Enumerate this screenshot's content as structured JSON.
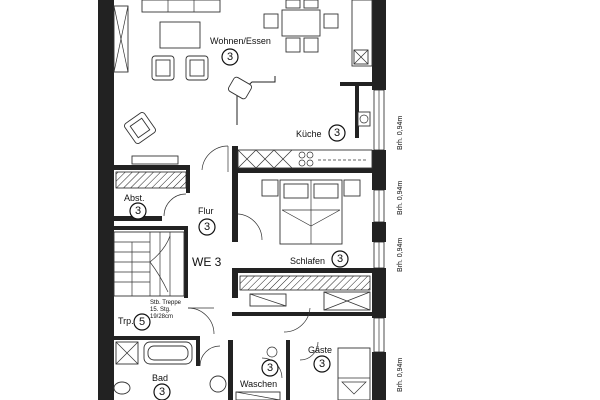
{
  "apartment": {
    "label": "WE 3"
  },
  "rooms": [
    {
      "id": "wohnen",
      "name": "Wohnen/Essen",
      "number": "3"
    },
    {
      "id": "kueche",
      "name": "Küche",
      "number": "3"
    },
    {
      "id": "abst",
      "name": "Abst.",
      "number": "3"
    },
    {
      "id": "flur",
      "name": "Flur",
      "number": "3"
    },
    {
      "id": "schlafen",
      "name": "Schlafen",
      "number": "3"
    },
    {
      "id": "trp",
      "name": "Trp.",
      "number": "5"
    },
    {
      "id": "bad",
      "name": "Bad",
      "number": "3"
    },
    {
      "id": "waschen",
      "name": "Waschen",
      "number": "3"
    },
    {
      "id": "gaeste",
      "name": "Gäste",
      "number": "3"
    }
  ],
  "stair_note": {
    "line1": "Stb. Treppe",
    "line2": "15. Stg.",
    "line3": "19/28cm"
  },
  "window_notes": [
    "Brh. 0,94m",
    "Brh. 0,94m",
    "Brh. 0,94m",
    "Brh. 0,94m"
  ],
  "colors": {
    "ink": "#222222",
    "paper": "#ffffff"
  }
}
